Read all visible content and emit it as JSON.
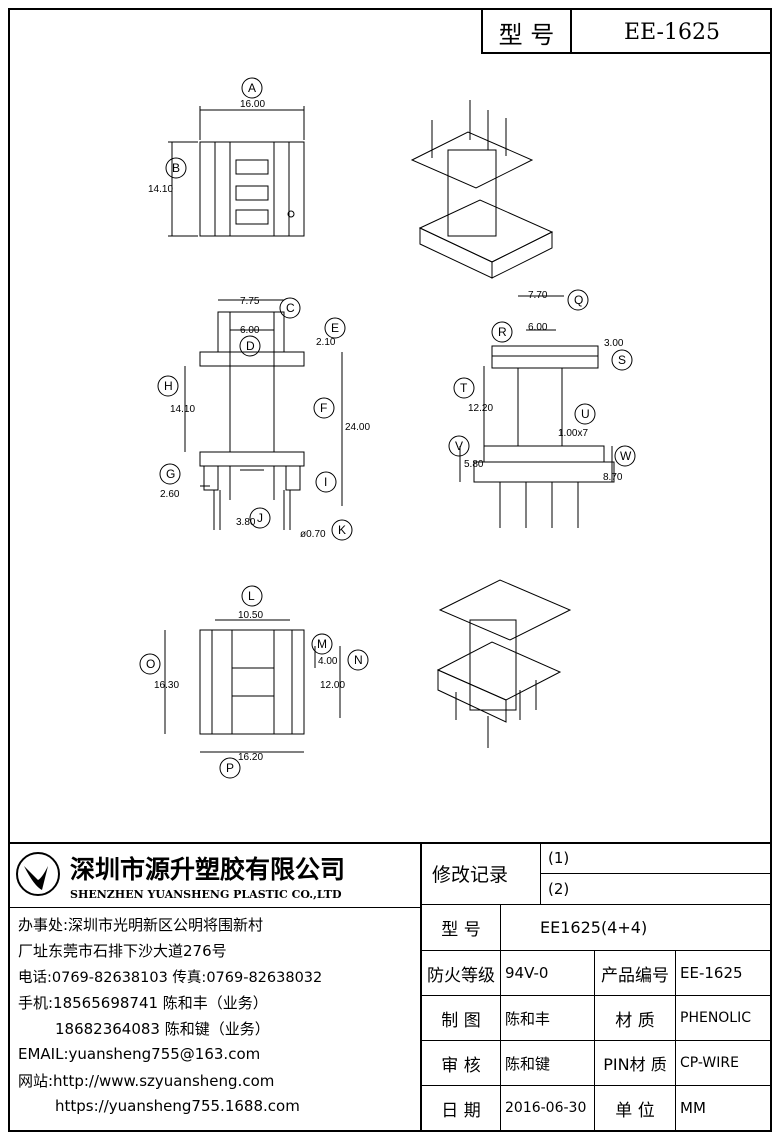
{
  "header": {
    "model_label": "型 号",
    "model_value": "EE-1625"
  },
  "drawing": {
    "letters": [
      "A",
      "B",
      "C",
      "D",
      "E",
      "F",
      "G",
      "H",
      "I",
      "J",
      "K",
      "L",
      "M",
      "N",
      "O",
      "P",
      "Q",
      "R",
      "S",
      "T",
      "U",
      "V",
      "W"
    ],
    "dims": {
      "A": "16.00",
      "B": "14.10",
      "C": "7.75",
      "D": "6.00",
      "E": "2.10",
      "F": "24.00",
      "H": "14.10",
      "G": "2.60",
      "J": "3.80",
      "K": "ø0.70",
      "Q": "7.70",
      "R": "6.00",
      "S": "3.00",
      "T": "12.20",
      "U": "1.00x7",
      "V": "5.80",
      "W": "8.70",
      "L": "10.50",
      "M": "4.00",
      "N": "12.00",
      "O": "16.30",
      "P": "16.20"
    }
  },
  "company": {
    "name_cn": "深圳市源升塑胶有限公司",
    "name_en": "SHENZHEN YUANSHENG PLASTIC CO.,LTD",
    "office": "办事处:深圳市光明新区公明将围新村",
    "factory": "厂址东莞市石排下沙大道276号",
    "phone": "电话:0769-82638103 传真:0769-82638032",
    "mobile1": "手机:18565698741 陈和丰（业务）",
    "mobile2": "18682364083 陈和键（业务）",
    "email": "EMAIL:yuansheng755@163.com",
    "website": "网站:http://www.szyuansheng.com",
    "website2": "https://yuansheng755.1688.com"
  },
  "table": {
    "revision_label": "修改记录",
    "revisions": [
      "(1)",
      "(2)"
    ],
    "model_label": "型 号",
    "model_value": "EE1625(4+4)",
    "fire_label": "防火等级",
    "fire_value": "94V-0",
    "product_no_label": "产品编号",
    "product_no_value": "EE-1625",
    "drawn_label": "制 图",
    "drawn_value": "陈和丰",
    "material_label": "材 质",
    "material_value": "PHENOLIC",
    "review_label": "审 核",
    "review_value": "陈和键",
    "pin_material_label": "PIN材 质",
    "pin_material_value": "CP-WIRE",
    "date_label": "日 期",
    "date_value": "2016-06-30",
    "unit_label": "单 位",
    "unit_value": "MM"
  }
}
